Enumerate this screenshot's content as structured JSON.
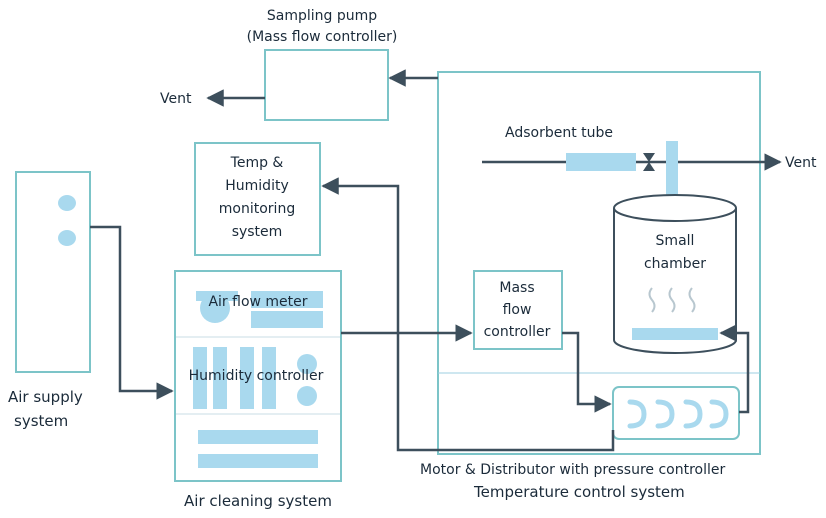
{
  "colors": {
    "box_stroke": "#7cc4c8",
    "fill_light": "#a9d9ee",
    "wire": "#3d4f5c",
    "text": "#1b2b3a",
    "divider": "#9ccfe0"
  },
  "labels": {
    "sampling_pump_line1": "Sampling pump",
    "sampling_pump_line2": "(Mass flow controller)",
    "vent_left": "Vent",
    "vent_right": "Vent",
    "adsorbent_tube": "Adsorbent tube",
    "temp_humidity": [
      "Temp &",
      "Humidity",
      "monitoring",
      "system"
    ],
    "small_chamber": [
      "Small",
      "chamber"
    ],
    "mass_flow_controller": [
      "Mass",
      "flow",
      "controller"
    ],
    "air_flow_meter": "Air flow meter",
    "humidity_controller": "Humidity controller",
    "air_supply_system": [
      "Air supply",
      "system"
    ],
    "air_cleaning_system": "Air cleaning system",
    "motor_distributor": "Motor & Distributor with pressure controller",
    "temperature_control_system": "Temperature control system"
  }
}
